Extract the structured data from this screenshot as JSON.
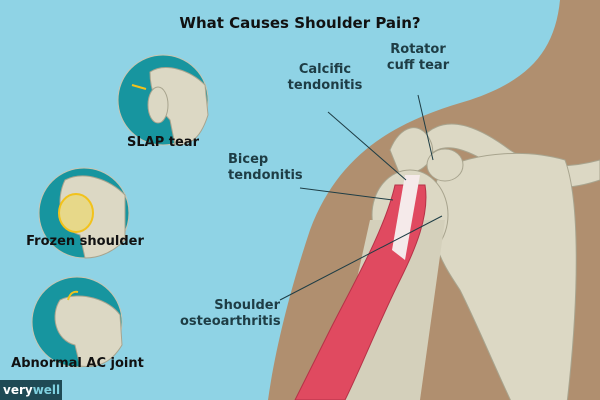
{
  "title": "What Causes Shoulder Pain?",
  "insets": [
    {
      "label": "SLAP tear"
    },
    {
      "label": "Frozen shoulder"
    },
    {
      "label": "Abnormal AC joint"
    }
  ],
  "callouts": {
    "calcific": [
      "Calcific",
      "tendonitis"
    ],
    "rotator": [
      "Rotator",
      "cuff tear"
    ],
    "bicep": [
      "Bicep",
      "tendonitis"
    ],
    "osteo": [
      "Shoulder",
      "osteoarthritis"
    ]
  },
  "logo": {
    "part1": "very",
    "part2": "well"
  },
  "colors": {
    "background": "#8fd3e5",
    "skin": "#b08f6f",
    "bone": "#dcd8c4",
    "muscle": "#e04a60",
    "inset": "#17959f",
    "highlight": "#f2c21b"
  }
}
